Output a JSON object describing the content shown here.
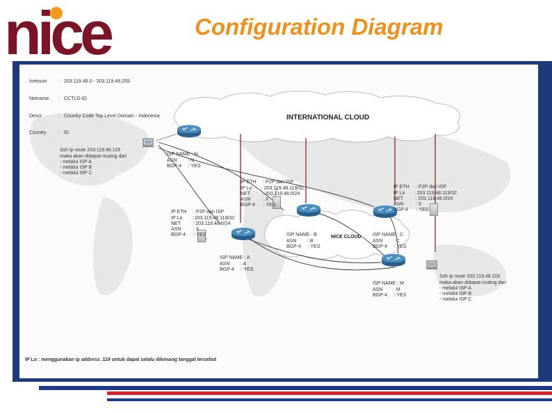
{
  "logo": {
    "text": "nice"
  },
  "title": "Configuration Diagram",
  "info_block": [
    {
      "key": "Inetnum",
      "sep": ":",
      "value": "203.119.48.0 - 203.119.48.255"
    },
    {
      "key": "Netname",
      "sep": ":",
      "value": "CCTLD-ID"
    },
    {
      "key": "Descr",
      "sep": ":",
      "value": "Country Code Top Level Domain - Indonesia"
    },
    {
      "key": "Country",
      "sep": ":",
      "value": "ID"
    }
  ],
  "clouds": {
    "international": "INTERNATIONAL CLOUD",
    "nice": "NICE CLOUD"
  },
  "left_note": [
    "Ssh ip route 203.119.48.119",
    "maka akan didapat routing dari",
    "- melalui ISP A",
    "- melalui ISP B",
    "- melalui ISP C"
  ],
  "right_note": [
    "Ssh ip route 203.119.48.119",
    "maka akan didapat routing dari",
    "- melalui ISP A",
    "- melalui ISP B",
    "- melalui ISP C"
  ],
  "isp_n": [
    "ISP NAME : N",
    "ASN        : N",
    "BGP-4     : YES"
  ],
  "isp_a": [
    "ISP NAME : A",
    "ASN        : A",
    "BGP-4     : YES"
  ],
  "isp_b": [
    "ISP NAME : B",
    "ASN        : B",
    "BGP-4     : YES"
  ],
  "isp_c": [
    "ISP NAME : C",
    "ASN        : C",
    "BGP-4     : YES"
  ],
  "isp_m": [
    "ISP NAME : M",
    "ASN        : M",
    "BGP-4     : YES"
  ],
  "server_mid": [
    "IP ETH     : P2P dari ISP",
    "IP Lo       : 203.119.48.119/32",
    "NET         : 203.119.48.0/24",
    "ASN         : X",
    "BGP-4      : YES"
  ],
  "server_left": [
    "IP ETH     : P2P dari ISP",
    "IP Lo       : 203.119.48.119/32",
    "NET         : 203.119.48.0/24",
    "ASN         : X",
    "BGP-4      : YES"
  ],
  "server_right": [
    "IP ETH     : P2P dari ISP",
    "IP Lo       : 203.119.48.119/32",
    "NET         : 203.119.48.0/24",
    "ASN         : X",
    "BGP-4      : YES"
  ],
  "bottom_note": "IP Lo : menggunakan ip address .119 untuk dapat selalu dikenang tanggal tersebut",
  "colors": {
    "logo": "#7a1426",
    "logo_dot": "#f29a1c",
    "title": "#f0901c",
    "panel": "#1f3a7a",
    "stripe": "#1f3a8a",
    "accent_stripe": "#d6202a"
  }
}
